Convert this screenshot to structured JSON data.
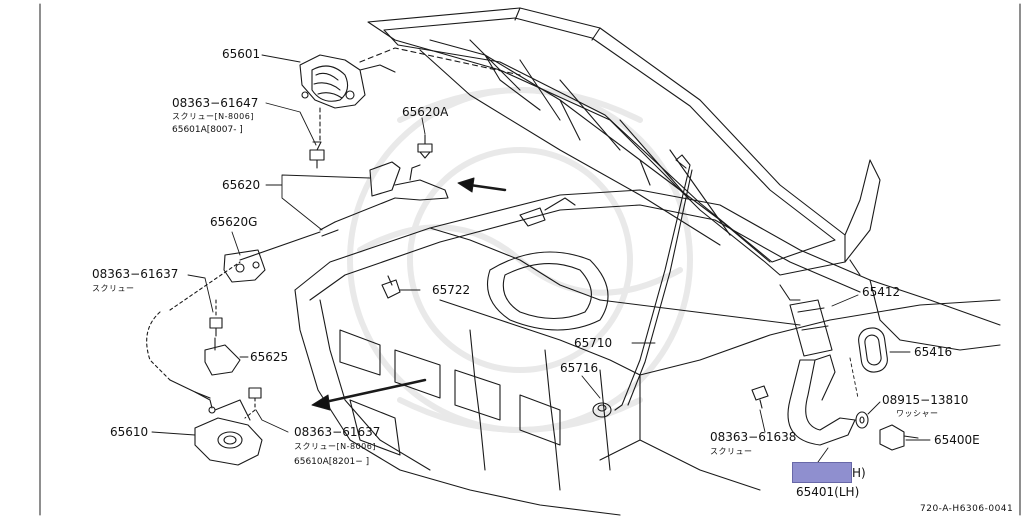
{
  "parts": {
    "p65601": "65601",
    "p08363_61647": "08363−61647",
    "screw_n8006_a": "スクリュー[N-8006]",
    "p65601A": "65601A[8007-   ]",
    "p65620A": "65620A",
    "p65620": "65620",
    "p65620G": "65620G",
    "p08363_61637_a": "08363−61637",
    "screw_a": "スクリュー",
    "p65722": "65722",
    "p65625": "65625",
    "p65610": "65610",
    "p08363_61637_b": "08363−61637",
    "screw_n8006_b": "スクリュー[N-8006]",
    "p65610A": "65610A[8201−      ]",
    "p65710": "65710",
    "p65716": "65716",
    "p65412": "65412",
    "p65416": "65416",
    "p08915_13810": "08915−13810",
    "washer": "ワッシャー",
    "p08363_61638": "08363−61638",
    "screw_b": "スクリュー",
    "p65400E": "65400E",
    "p65401_rh_suffix": "H)",
    "p65401_lh": "65401(LH)"
  },
  "diagram_code": "720-A-H6306-0041",
  "highlight_color": "#8f8fcf"
}
